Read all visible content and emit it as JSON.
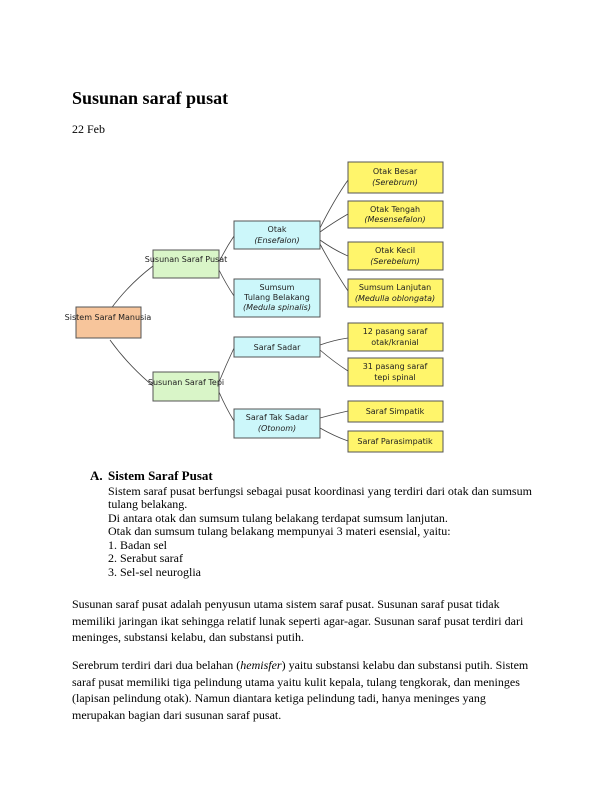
{
  "title": "Susunan saraf pusat",
  "date": "22 Feb",
  "diagram": {
    "root": "Sistem Saraf Manusia",
    "ssp": "Susunan Saraf Pusat",
    "sst": "Susunan Saraf Tepi",
    "otak_line1": "Otak",
    "otak_line2": "(Ensefalon)",
    "sumsum_line1": "Sumsum",
    "sumsum_line2": "Tulang Belakang",
    "sumsum_line3": "(Medula spinalis)",
    "sadar": "Saraf Sadar",
    "taksadar_line1": "Saraf Tak Sadar",
    "taksadar_line2": "(Otonom)",
    "besar_line1": "Otak Besar",
    "besar_line2": "(Serebrum)",
    "tengah_line1": "Otak Tengah",
    "tengah_line2": "(Mesensefalon)",
    "kecil_line1": "Otak Kecil",
    "kecil_line2": "(Serebelum)",
    "lanjutan_line1": "Sumsum Lanjutan",
    "lanjutan_line2": "(Medulla oblongata)",
    "otak_saraf_line1": "12 pasang saraf",
    "otak_saraf_line2": "otak/kranial",
    "spinal_line1": "31 pasang saraf",
    "spinal_line2": "tepi spinal",
    "simpatik": "Saraf Simpatik",
    "parasimpatik": "Saraf Parasimpatik"
  },
  "section": {
    "letter": "A.",
    "heading": "Sistem Saraf Pusat",
    "p1": "Sistem saraf pusat berfungsi sebagai pusat koordinasi yang terdiri dari otak dan sumsum tulang belakang.",
    "p2": "Di antara otak dan sumsum tulang belakang terdapat sumsum lanjutan.",
    "p3": "Otak dan sumsum tulang belakang mempunyai 3 materi esensial, yaitu:",
    "items": [
      "1. Badan sel",
      "2. Serabut saraf",
      "3. Sel-sel neuroglia"
    ]
  },
  "para1": "Susunan saraf pusat adalah penyusun utama sistem saraf pusat. Susunan saraf pusat tidak memiliki jaringan ikat sehingga relatif lunak seperti agar-agar. Susunan saraf pusat terdiri dari meninges, substansi kelabu, dan substansi putih.",
  "para2_a": "Serebrum terdiri dari dua belahan (",
  "para2_term": "hemisfer",
  "para2_b": ") yaitu substansi kelabu dan substansi putih. Sistem saraf pusat memiliki tiga pelindung utama yaitu kulit kepala, tulang tengkorak, dan meninges (lapisan pelindung otak). Namun diantara ketiga pelindung tadi, hanya meninges yang merupakan bagian dari susunan saraf pusat.",
  "colors": {
    "root": "#f7c59b",
    "level1": "#d9f5c8",
    "level2": "#ccf7fa",
    "leaf": "#fff56b",
    "border": "#555555"
  }
}
